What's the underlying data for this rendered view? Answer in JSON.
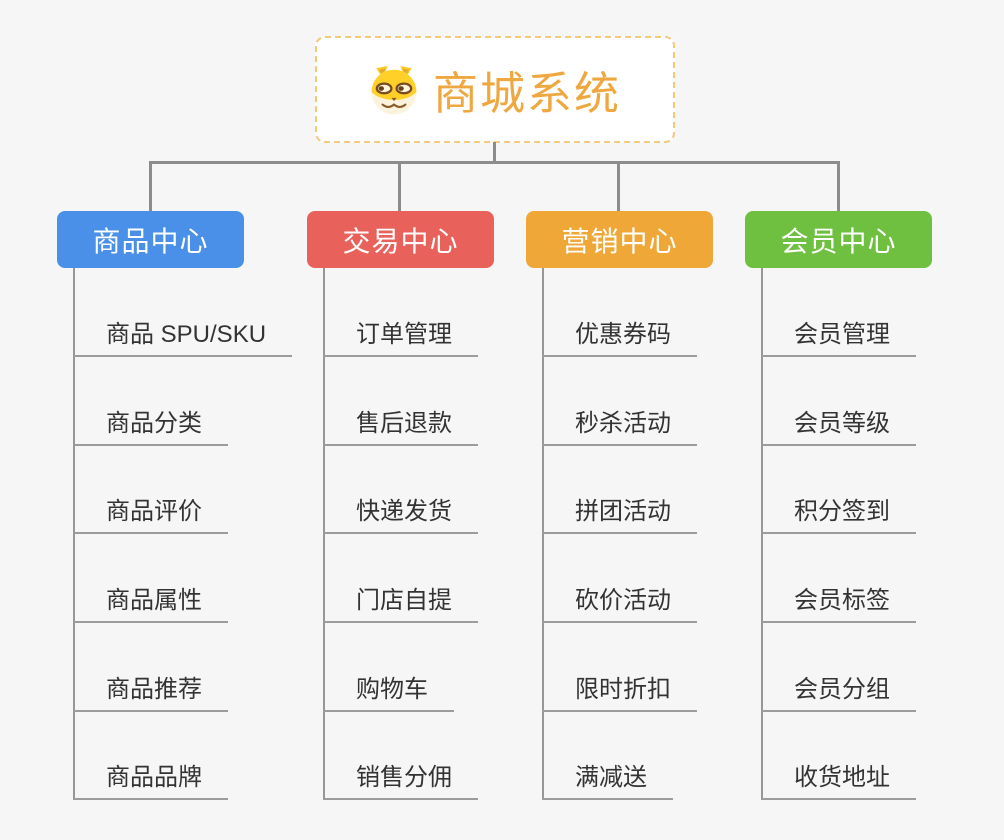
{
  "root": {
    "label": "商城系统",
    "icon": "doge-face-icon",
    "accent_color": "#EFA73F",
    "border_color": "#F6C87C"
  },
  "connector_color": "#8C8C8C",
  "branches": [
    {
      "label": "商品中心",
      "color": "#4A90E8",
      "children": [
        "商品 SPU/SKU",
        "商品分类",
        "商品评价",
        "商品属性",
        "商品推荐",
        "商品品牌"
      ]
    },
    {
      "label": "交易中心",
      "color": "#E8615B",
      "children": [
        "订单管理",
        "售后退款",
        "快递发货",
        "门店自提",
        "购物车",
        "销售分佣"
      ]
    },
    {
      "label": "营销中心",
      "color": "#EFA838",
      "children": [
        "优惠券码",
        "秒杀活动",
        "拼团活动",
        "砍价活动",
        "限时折扣",
        "满减送"
      ]
    },
    {
      "label": "会员中心",
      "color": "#6FC040",
      "children": [
        "会员管理",
        "会员等级",
        "积分签到",
        "会员标签",
        "会员分组",
        "收货地址"
      ]
    }
  ]
}
